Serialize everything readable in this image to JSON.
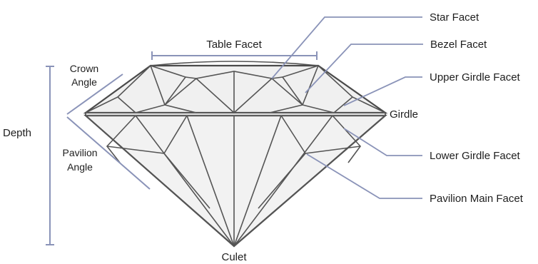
{
  "diagram": {
    "labels": {
      "table_facet": "Table  Facet",
      "crown_angle_line1": "Crown",
      "crown_angle_line2": "Angle",
      "depth": "Depth",
      "pavilion_angle_line1": "Pavilion",
      "pavilion_angle_line2": "Angle",
      "culet": "Culet",
      "girdle": "Girdle",
      "star_facet": "Star Facet",
      "bezel_facet": "Bezel Facet",
      "upper_girdle_facet": "Upper Girdle Facet",
      "lower_girdle_facet": "Lower Girdle Facet",
      "pavilion_main_facet": "Pavilion Main Facet"
    },
    "colors": {
      "outline": "#4a4a4a",
      "facet_fill": "#f0f0f0",
      "pointer": "#8a93b8",
      "text": "#1e1e1e"
    }
  }
}
